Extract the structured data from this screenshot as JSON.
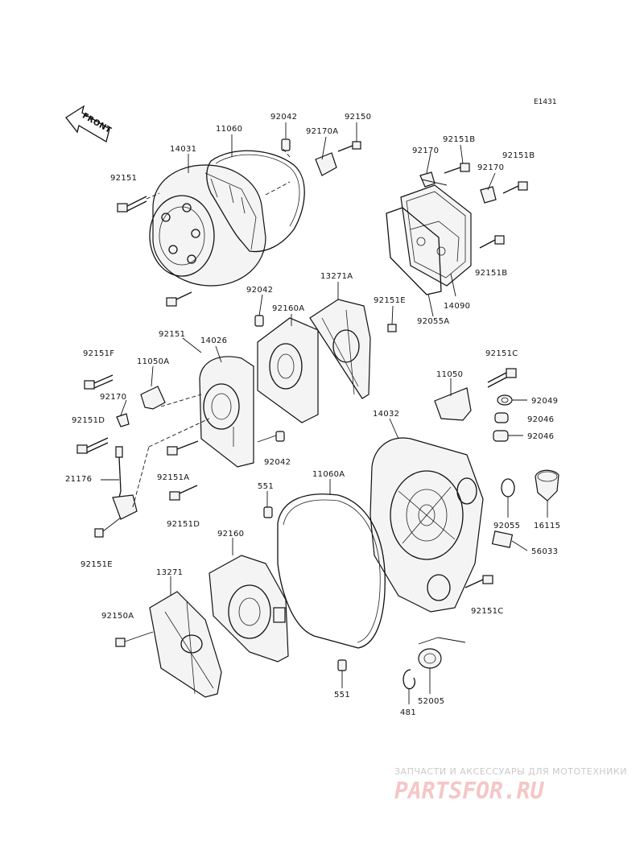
{
  "diagram_code": "E1431",
  "front_label": "FRONT",
  "parts": {
    "p11060": "11060",
    "p92042_top": "92042",
    "p92150": "92150",
    "p92170A": "92170A",
    "p14031": "14031",
    "p92151_left": "92151",
    "p92170_top": "92170",
    "p92151B_top": "92151B",
    "p92151B_right": "92151B",
    "p92170_right": "92170",
    "p92151B_low": "92151B",
    "p14090": "14090",
    "p92055A": "92055A",
    "p92042_mid": "92042",
    "p13271A": "13271A",
    "p92160A": "92160A",
    "p92151E_top": "92151E",
    "p92151_mid": "92151",
    "p14026": "14026",
    "p92151F": "92151F",
    "p11050A": "11050A",
    "p92170_left": "92170",
    "p92151D_top": "92151D",
    "p92042_low": "92042",
    "p21176": "21176",
    "p92151A": "92151A",
    "p92151D_low": "92151D",
    "p92151E_low": "92151E",
    "p92151C_top": "92151C",
    "p11050": "11050",
    "p92049": "92049",
    "p14032": "14032",
    "p92046_a": "92046",
    "p92046_b": "92046",
    "p551_top": "551",
    "p11060A": "11060A",
    "p92055": "92055",
    "p16115": "16115",
    "p56033": "56033",
    "p92160": "92160",
    "p13271": "13271",
    "p92150A": "92150A",
    "p92151C_low": "92151C",
    "p551_low": "551",
    "p52005": "52005",
    "p481": "481"
  },
  "watermark": {
    "tagline": "ЗАПЧАСТИ И АКСЕССУАРЫ ДЛЯ МОТОТЕХНИКИ",
    "logo": "PARTSFOR.RU"
  }
}
